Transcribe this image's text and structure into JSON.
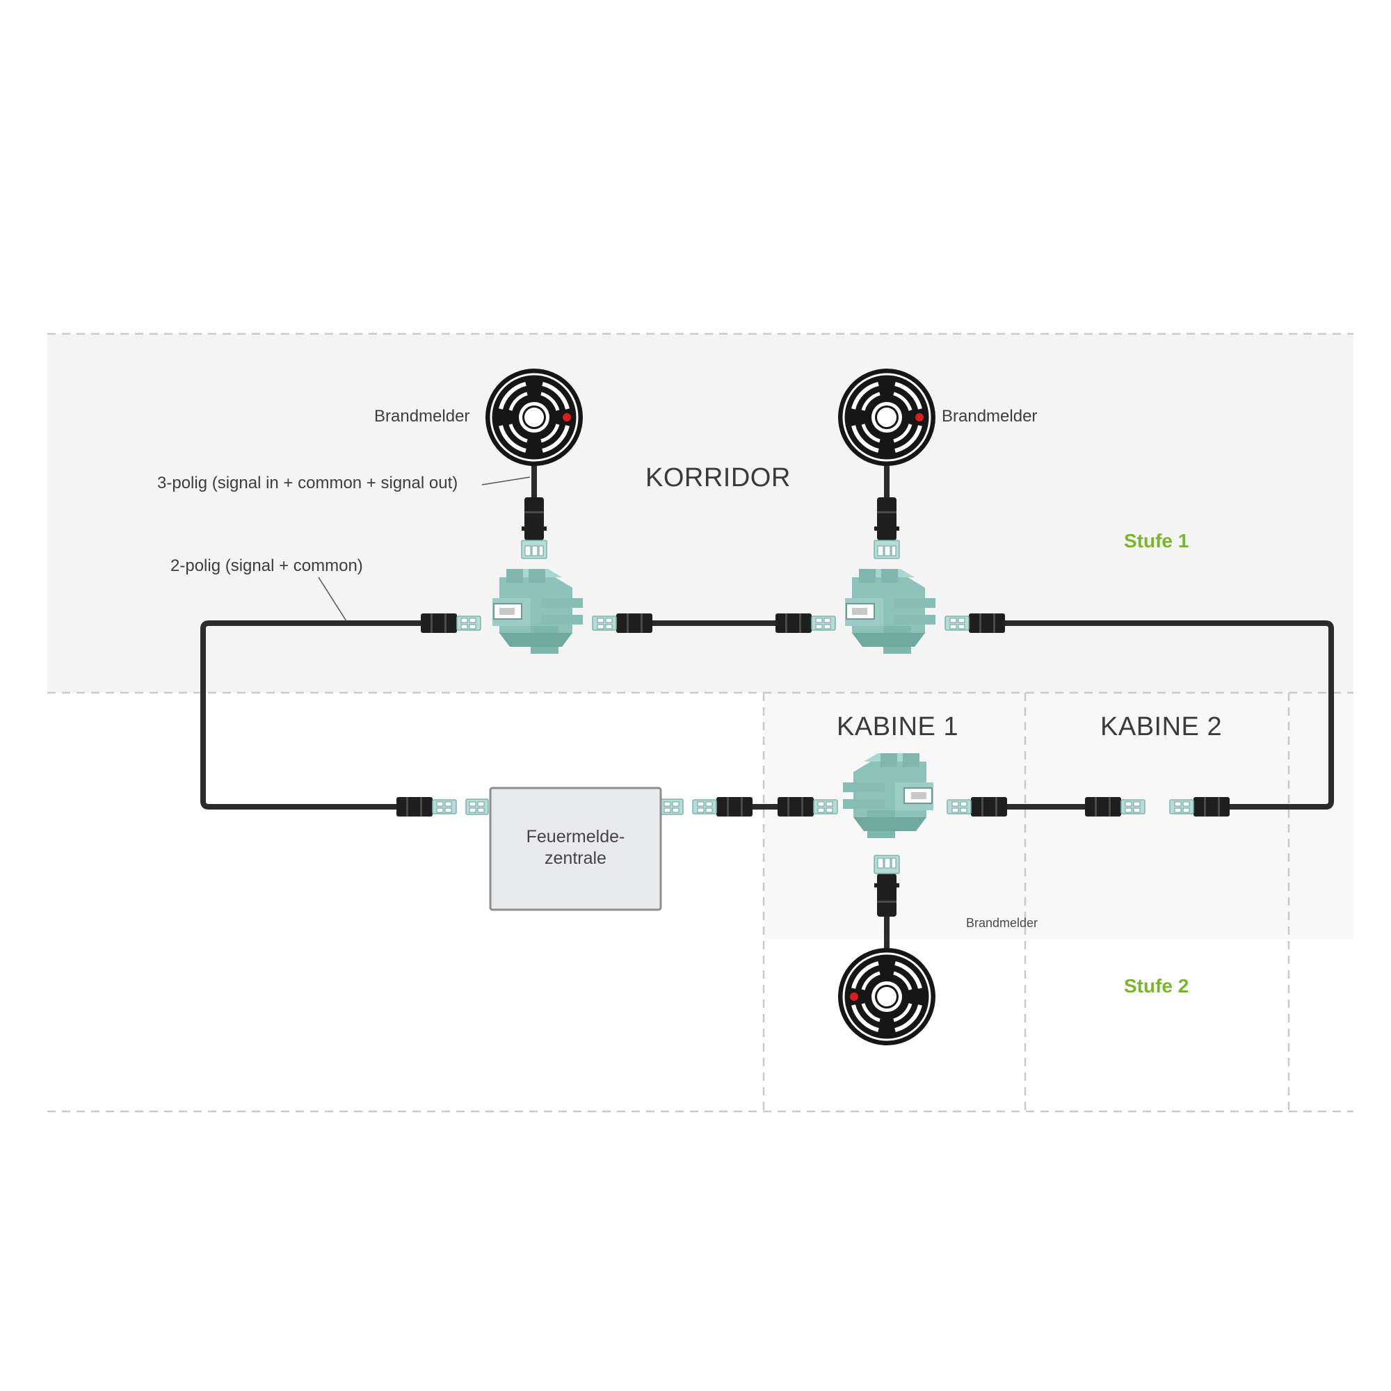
{
  "zones": {
    "korridor": "KORRIDOR",
    "kabine1": "KABINE 1",
    "kabine2": "KABINE 2"
  },
  "levels": {
    "stufe1": "Stufe 1",
    "stufe2": "Stufe 2",
    "color": "#7bb42d"
  },
  "detectors": {
    "left_label": "Brandmelder",
    "right_label": "Brandmelder",
    "bottom_label": "Brandmelder"
  },
  "cables": {
    "three_pole": "3-polig (signal in + common + signal out)",
    "two_pole": "2-polig (signal + common)"
  },
  "panel": {
    "line1": "Feuermelde-",
    "line2": "zentrale"
  },
  "colors": {
    "zone_fill": "#f4f4f4",
    "cable": "#2b2b2b",
    "connector": "#a9d3cf",
    "indicator": "#d81e1e",
    "panel_fill": "#e9eaee"
  }
}
